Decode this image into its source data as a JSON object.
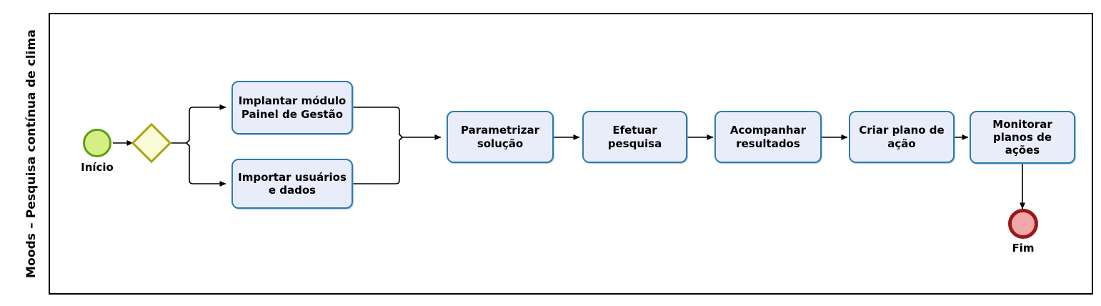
{
  "diagram": {
    "type": "bpmn-flowchart",
    "lane_label": "Moods – Pesquisa contínua de clima",
    "colors": {
      "task_fill": "#e9edfa",
      "task_border": "#2e7cb0",
      "start_fill": "#d6ef84",
      "start_border": "#5c9e12",
      "end_fill": "#f0a9a7",
      "end_border": "#9c1818",
      "gateway_fill": "#fcfbd8",
      "gateway_border": "#a8a514",
      "connector": "#000000",
      "frame": "#000000"
    },
    "events": {
      "start": {
        "label": "Início",
        "name": "start-event"
      },
      "end": {
        "label": "Fim",
        "name": "end-event"
      }
    },
    "gateway": {
      "label": "",
      "name": "exclusive-gateway"
    },
    "tasks": [
      {
        "id": "implantar-modulo",
        "label": "Implantar módulo Painel de Gestão"
      },
      {
        "id": "importar-usuarios",
        "label": "Importar usuários e dados"
      },
      {
        "id": "parametrizar-solucao",
        "label": "Parametrizar solução"
      },
      {
        "id": "efetuar-pesquisa",
        "label": "Efetuar pesquisa"
      },
      {
        "id": "acompanhar-resultados",
        "label": "Acompanhar resultados"
      },
      {
        "id": "criar-plano",
        "label": "Criar plano de ação"
      },
      {
        "id": "monitorar-planos",
        "label": "Monitorar planos de ações"
      }
    ]
  }
}
